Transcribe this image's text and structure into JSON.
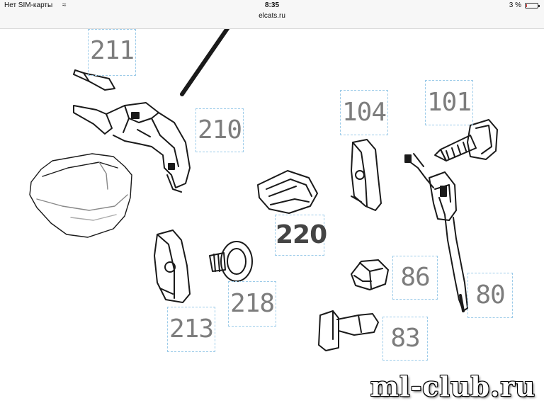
{
  "status_bar": {
    "carrier": "Нет SIM-карты",
    "time": "8:35",
    "battery_percent": "3 %",
    "battery_level": 0.03,
    "wifi_icon": "wifi-icon",
    "battery_icon": "battery-icon"
  },
  "browser": {
    "url": "elcats.ru"
  },
  "diagram": {
    "labels": {
      "p211": "211",
      "p210": "210",
      "p104": "104",
      "p101": "101",
      "p220": "220",
      "p218": "218",
      "p213": "213",
      "p86": "86",
      "p80": "80",
      "p83": "83"
    }
  },
  "watermark": "ml-club.ru"
}
